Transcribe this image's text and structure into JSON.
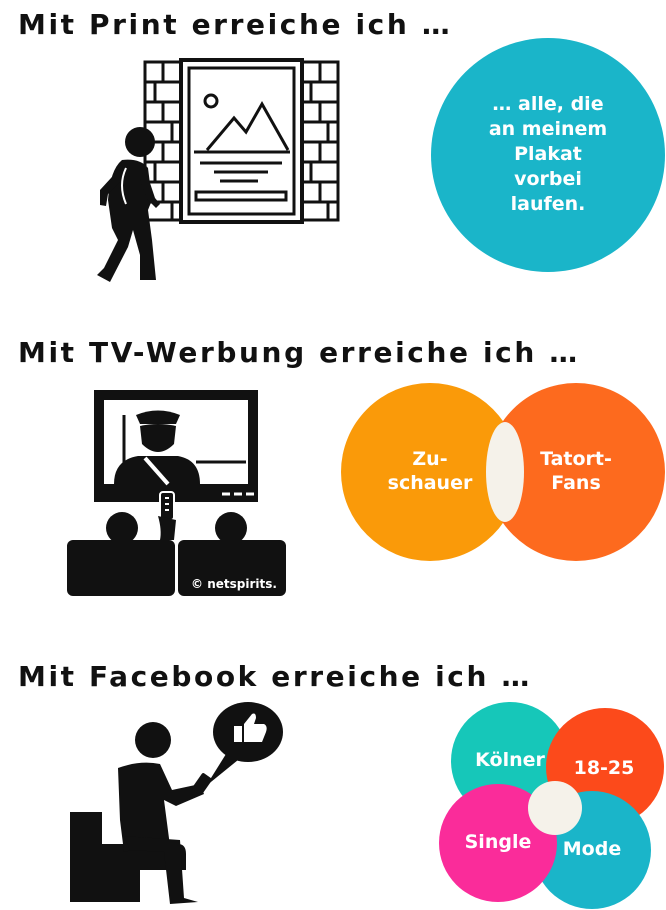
{
  "sections": [
    {
      "heading": "Mit Print erreiche ich …"
    },
    {
      "heading": "Mit TV-Werbung erreiche ich …"
    },
    {
      "heading": "Mit Facebook erreiche ich …"
    }
  ],
  "print_circle": {
    "lines": [
      "… alle, die",
      "an meinem",
      "Plakat",
      "vorbei",
      "laufen."
    ],
    "color": "#1ab5c9"
  },
  "tv_venn": {
    "left": "Zu-\nschauer",
    "right": "Tatort-\nFans",
    "left_color": "#fa9a09",
    "right_color": "#fd6a1e",
    "overlap_color": "#f5f2ea"
  },
  "tv_watermark": "© netspirits.",
  "fb_venn": {
    "top_left": "Kölner",
    "top_right": "18-25",
    "bottom_left": "Single",
    "bottom_right": "Mode",
    "colors": {
      "top_left": "#16c7b9",
      "top_right": "#fc4a1b",
      "bottom_left": "#fa2c9a",
      "bottom_right": "#1ab5c9",
      "center": "#f5f2ea"
    }
  },
  "icons": [
    "person-walking-poster-icon",
    "couple-watching-tv-icon",
    "person-phone-like-icon",
    "thumbs-up-icon"
  ]
}
